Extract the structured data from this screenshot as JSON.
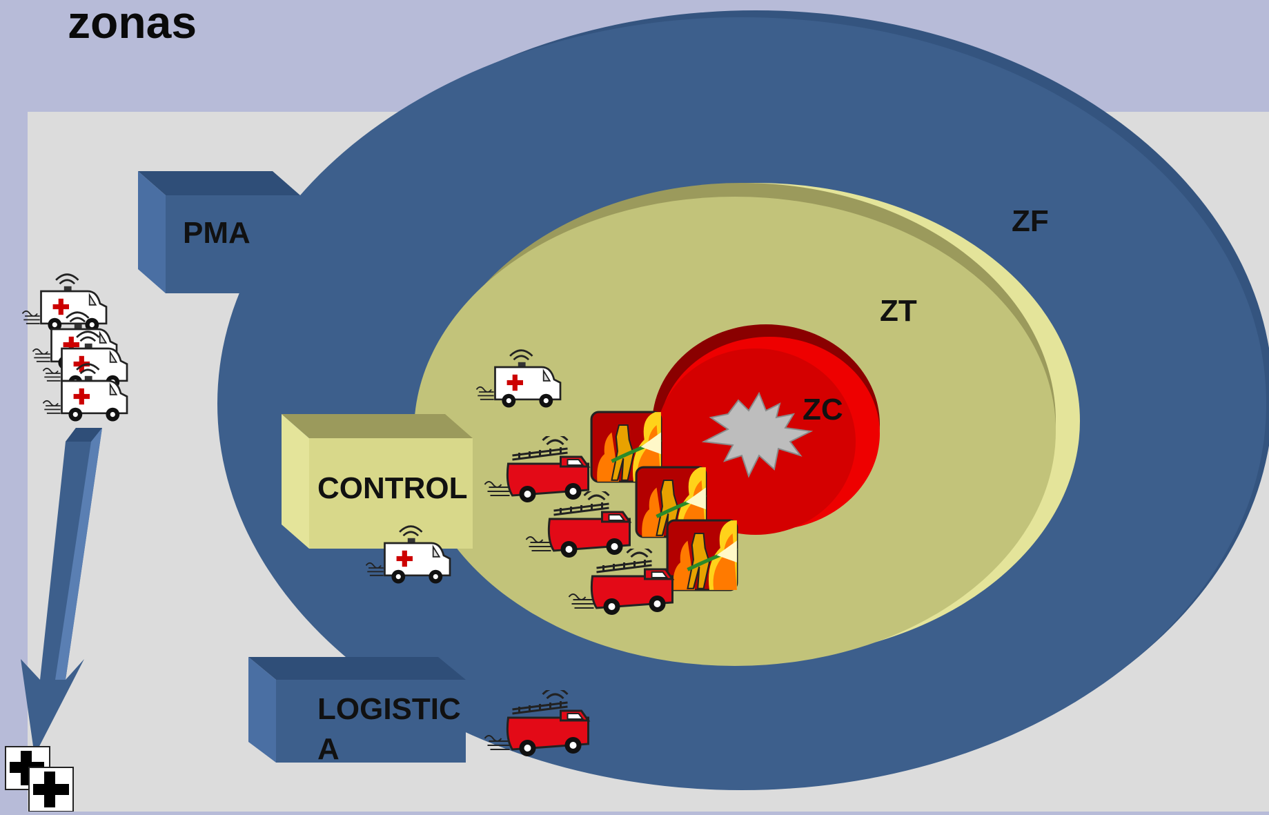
{
  "title": "zonas",
  "zones": {
    "zf": "ZF",
    "zt": "ZT",
    "zc": "ZC"
  },
  "blocks": {
    "pma": "PMA",
    "control": "CONTROL",
    "logistica_line1": "LOGISTIC",
    "logistica_line2": "A"
  },
  "icons": {
    "ambulance": "ambulance-icon",
    "fire_truck": "fire-truck-icon",
    "firefighter": "firefighter-icon",
    "explosion": "explosion-icon",
    "hospital": "hospital-cross-icon",
    "arrow": "down-arrow-icon"
  },
  "colors": {
    "background": "#b7bbd8",
    "panel": "#dcdcdc",
    "zf": "#3d5f8c",
    "zt": "#c2c37a",
    "zc": "#d40000"
  }
}
